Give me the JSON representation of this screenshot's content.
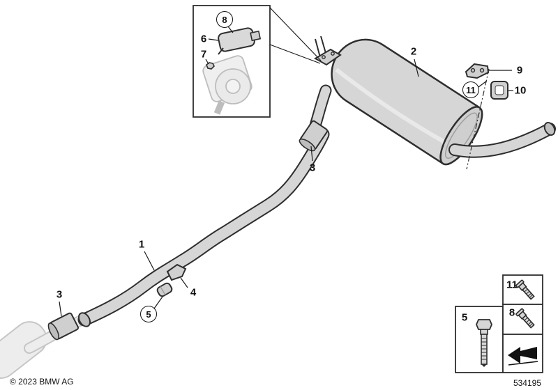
{
  "meta": {
    "copyright": "© 2023 BMW AG",
    "diagram_number": "534195"
  },
  "callouts": {
    "c1": "1",
    "c2": "2",
    "c3a": "3",
    "c3b": "3",
    "c4": "4",
    "c5": "5",
    "c6": "6",
    "c7": "7",
    "c8": "8",
    "c9": "9",
    "c10": "10",
    "c11": "11"
  },
  "legend": {
    "bolt": "5",
    "screw_top": "11",
    "screw_bottom": "8"
  },
  "icons": {
    "direction_arrow": "driving-direction-arrow"
  },
  "colors": {
    "background": "#ffffff",
    "outline": "#2e2e2e",
    "part_fill": "#d6d6d6",
    "ghost_outline": "#c2c2c2",
    "label": "#111111"
  }
}
